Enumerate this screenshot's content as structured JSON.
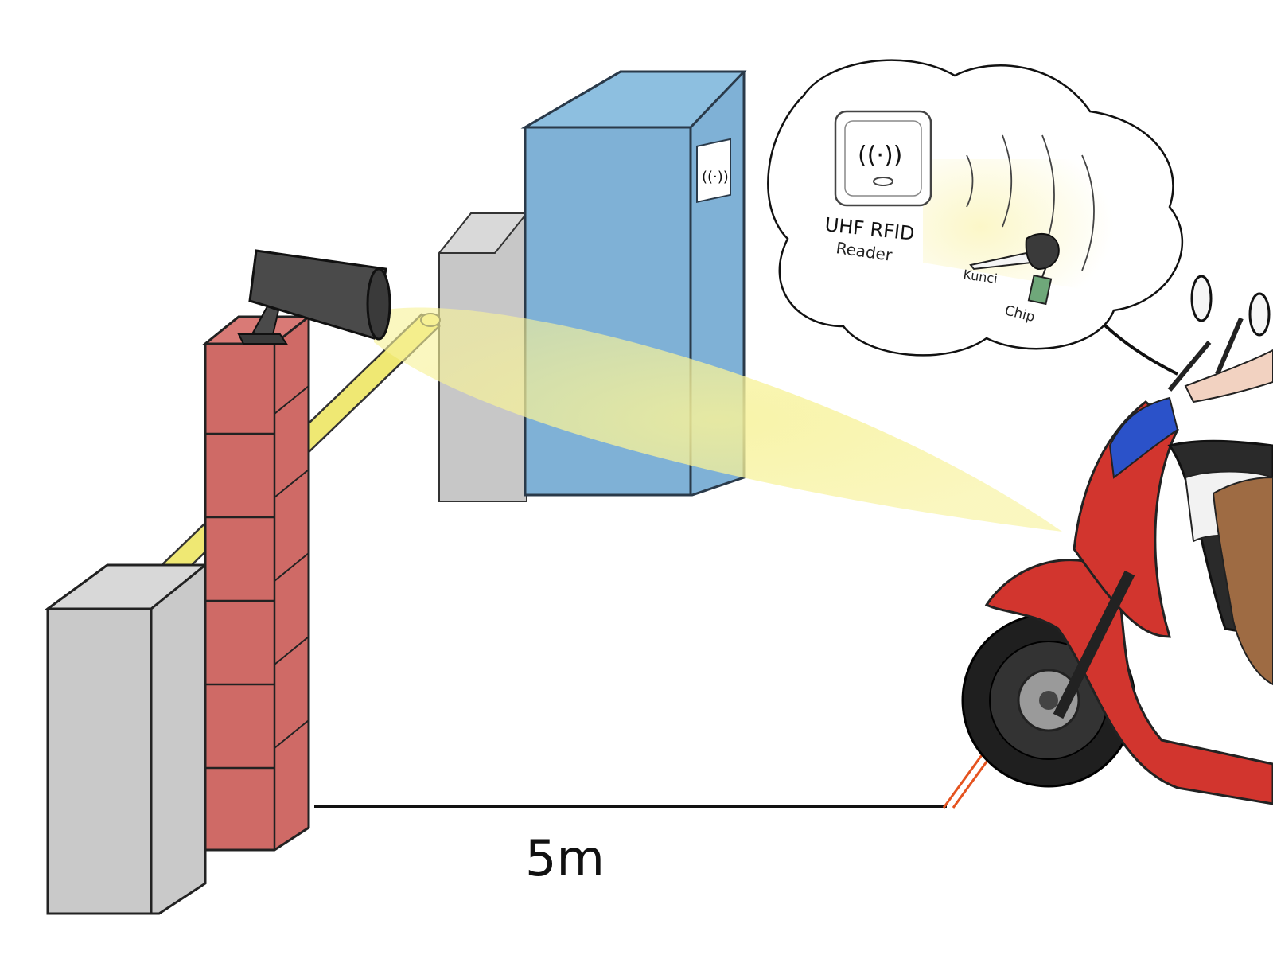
{
  "distance_label": "5m",
  "bubble": {
    "reader_label_line1": "UHF RFID",
    "reader_label_line2": "Reader",
    "key_label": "Kunci",
    "chip_label": "Chip"
  },
  "colors": {
    "barrier_box": "#c9c9c9",
    "brick_pillar": "#cf6a66",
    "boom_arm": "#efe873",
    "reader_cabinet": "#7fb1d6",
    "camera": "#4a4a4a",
    "beam": "#f6f3a6",
    "marker_line": "#e5531f",
    "scooter_body": "#d2352e",
    "scooter_accent": "#2b52c9",
    "chip": "#6fa87a"
  },
  "icons": {
    "rfid": "rfid-waves-icon",
    "arrow": "curved-arrow-icon",
    "key": "key-icon",
    "chip": "chip-tag-icon"
  }
}
